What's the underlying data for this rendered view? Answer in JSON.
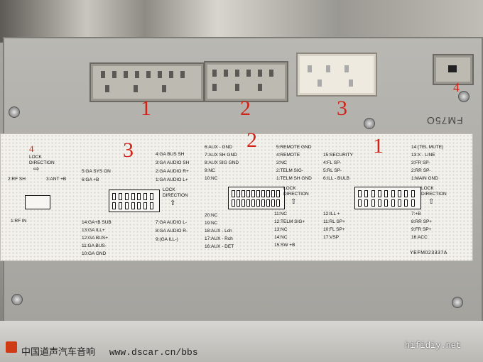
{
  "photo": {
    "numbers": {
      "n1": "1",
      "n2": "2",
      "n3": "3",
      "n4": "4"
    },
    "model_mark": "FM75O"
  },
  "label": {
    "num3": "3",
    "num2": "2",
    "num1": "1",
    "num4": "4",
    "lock4": "LOCK",
    "dir4": "DIRECTION",
    "rf_sh": "2:RF SH",
    "ant": "3:ANT +B",
    "rf_in": "1:RF IN",
    "c3": {
      "top": [
        "4:GA  BUS SH",
        "3:GA  AUDIO SH",
        "2:GA  AUDIO R+",
        "1:GA  AUDIO L+"
      ],
      "left_top": [
        "5:GA SYS ON",
        "6:GA +B"
      ],
      "right_mid": [
        "7:GA  AUDIO L-",
        "8:GA  AUDIO R-",
        "9:(GA  ILL-)"
      ],
      "left_bot": [
        "14:GA+B SUB",
        "13:GA  ILL+",
        "12:GA  BUS+",
        "11:GA  BUS-",
        "10:GA  GND"
      ],
      "lock": "LOCK",
      "dir": "DIRECTION"
    },
    "c2": {
      "left_top": [
        "6:AUX - GND",
        "7:AUX SH GND",
        "8:AUX SIG GND",
        "9:NC",
        "10:NC"
      ],
      "right_top": [
        "5:REMOTE GND",
        "4:REMOTE",
        "3:NC",
        "2:TELM SIG-",
        "1:TELM SH GND"
      ],
      "left_bot": [
        "20:NC",
        "19:NC",
        "18:AUX - Lch",
        "17:AUX - Rch",
        "16:AUX - DET"
      ],
      "right_bot": [
        "11:NC",
        "12:TELM SIG+",
        "13:NC",
        "14:NC",
        "15:SW +B"
      ],
      "lock": "LOCK",
      "dir": "DIRECTION"
    },
    "c1": {
      "left_top": [
        "15:SECURITY",
        "4:FL SP-",
        "5:RL SP-",
        "6:ILL - BULB"
      ],
      "right_top": [
        "14:(TEL MUTE)",
        "13:X - LINE",
        "3:FR SP-",
        "2:RR SP-",
        "1:MAIN GND"
      ],
      "left_bot": [
        "12:ILL +",
        "11:RL SP+",
        "10:FL SP+",
        "17:VSP"
      ],
      "right_bot": [
        "7:+B",
        "8:RR SP+",
        "9:FR SP+",
        "16:ACC"
      ],
      "lock": "LOCK",
      "dir": "DIRECTION"
    },
    "part_no": "YEFM023337A"
  },
  "watermark": {
    "cn": "中国道声汽车音响",
    "url": "www.dscar.cn/bbs",
    "right": "hifidiy.net"
  }
}
